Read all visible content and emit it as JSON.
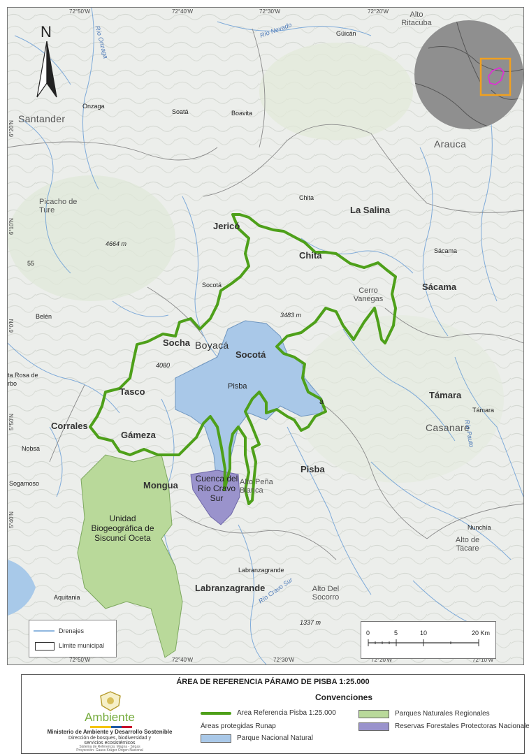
{
  "map": {
    "north_letter": "N",
    "top_coords": [
      "72°50'W",
      "72°40'W",
      "72°30'W",
      "72°20'W"
    ],
    "bottom_coords": [
      "72°50'W",
      "72°40'W",
      "72°30'W",
      "72°20'W",
      "72°10'W"
    ],
    "side_coords": [
      "6°20'N",
      "6°10'N",
      "6°0'N",
      "5°50'N",
      "5°40'N"
    ],
    "regions": [
      "Santander",
      "Arauca",
      "Boyacá",
      "Casanare"
    ],
    "municipalities": [
      "Jericó",
      "Chita",
      "La Salina",
      "Socha",
      "Socotá",
      "Tasco",
      "Sácama",
      "Támara",
      "Gámeza",
      "Corrales",
      "Mongua",
      "Pisba",
      "Labranzagrande"
    ],
    "towns": [
      "Onzaga",
      "Soatá",
      "Boavita",
      "Güicán",
      "Chita",
      "Sácama",
      "Socotá",
      "Nobsa",
      "Sogamoso",
      "Támara",
      "Nunchía",
      "Labranzagrande",
      "Belén",
      "ta Rosa de",
      "rbo",
      "Aquitania",
      "Pisba",
      "a"
    ],
    "features": [
      "Alto Ritacuba",
      "Picacho de Ture",
      "Cerro Vanegas",
      "Alto de Tacare",
      "Alto Del Socorro",
      "Alto Peña Blanca",
      "4664 m",
      "3483 m",
      "4080",
      "1337 m",
      "55",
      "Río Nevado",
      "Río Pauto",
      "Río Cravo Sur"
    ],
    "rivers_label": "Río Onzaga",
    "park_labels": [
      "Cuenca del Río Cravo Sur",
      "Unidad Biogeográfica de Siscuncí Oceta"
    ],
    "legend": {
      "drains": "Drenajes",
      "municipal": "Límite municipal"
    },
    "scale": {
      "ticks": [
        "0",
        "5",
        "10",
        "20 Km"
      ]
    },
    "colors": {
      "paramo_outline": "#4ea01a",
      "national_park": "#a9c8e8",
      "regional_park": "#b9d99a",
      "forest_reserve": "#9a93cc",
      "drainage": "#6c9fd6",
      "inset_box": "#f0a020",
      "inset_area": "#e22bd8"
    }
  },
  "footer": {
    "title": "ÁREA DE REFERENCIA PÁRAMO DE PISBA 1:25.000",
    "conventions": "Convenciones",
    "logo_text": "Ambiente",
    "ministry": "Ministerio de Ambiente y Desarrollo Sostenible",
    "directorate": "Dirección de bosques, biodiversidad y",
    "services": "servicios ecosistémicos",
    "ref_system": "Sistema de Referencia: Magna - Sirgas",
    "projection": "Proyección: Gauss Krüger Origen Nacional",
    "items": {
      "area_ref": "Area Referencia Pisba 1:25.000",
      "protected": "Áreas protegidas Runap",
      "national_park": "Parque Nacional Natural",
      "regional_parks": "Parques Naturales Regionales",
      "forest_reserves": "Reservas Forestales Protectoras Nacionales"
    }
  }
}
